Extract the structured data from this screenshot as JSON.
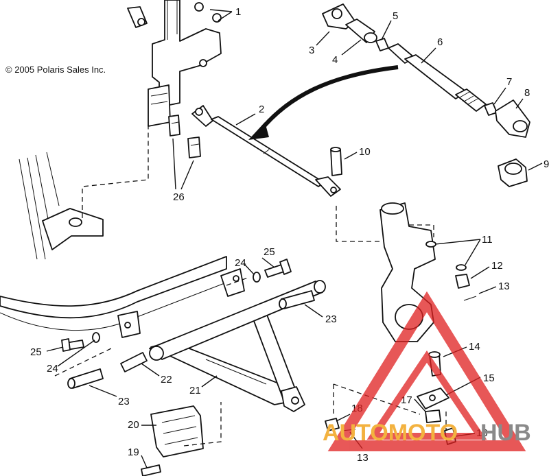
{
  "copyright": "© 2005 Polaris Sales Inc.",
  "watermark": {
    "left": "AUTOMOTO",
    "right": "HUB",
    "left_color": "#f3b23f",
    "right_color": "#8a8a8a",
    "triangle_color": "#e02020"
  },
  "callouts": [
    "1",
    "2",
    "3",
    "4",
    "5",
    "6",
    "7",
    "8",
    "9",
    "10",
    "11",
    "12",
    "13",
    "13",
    "14",
    "15",
    "16",
    "17",
    "18",
    "19",
    "20",
    "21",
    "22",
    "23",
    "23",
    "24",
    "24",
    "25",
    "25",
    "26"
  ]
}
